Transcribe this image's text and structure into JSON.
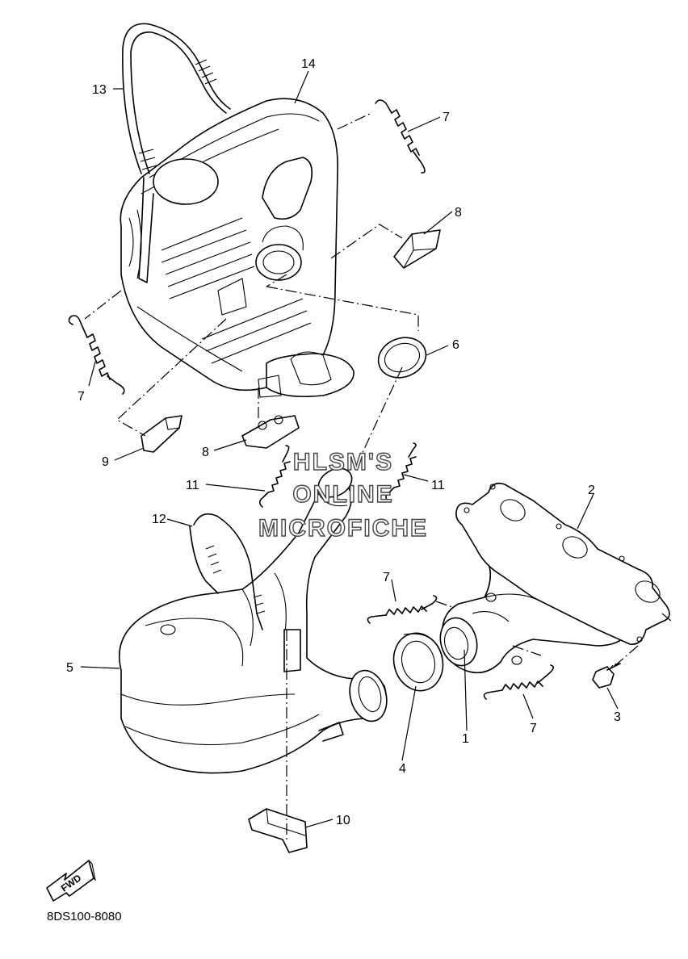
{
  "callouts": {
    "c1": "1",
    "c2": "2",
    "c3": "3",
    "c4": "4",
    "c5": "5",
    "c6": "6",
    "c7a": "7",
    "c7b": "7",
    "c7c": "7",
    "c7d": "7",
    "c8a": "8",
    "c8b": "8",
    "c9": "9",
    "c10": "10",
    "c11a": "11",
    "c11b": "11",
    "c12": "12",
    "c13": "13",
    "c14": "14"
  },
  "watermark": {
    "line1": "HLSM'S",
    "line2": "ONLINE",
    "line3": "MICROFICHE"
  },
  "fwd_label": "FWD",
  "reference_code": "8DS100-8080"
}
